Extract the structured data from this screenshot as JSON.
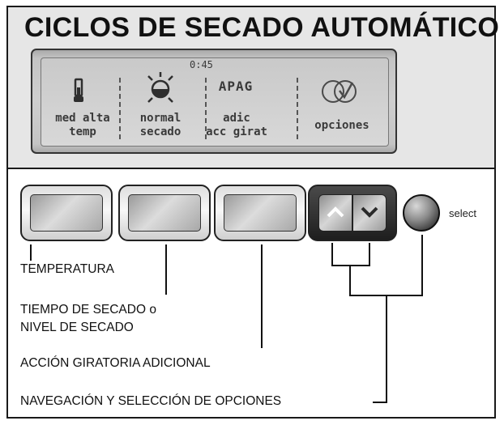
{
  "title": "CICLOS DE SECADO AUTOMÁTICO",
  "display": {
    "time": "0:45",
    "status_text": "APAG",
    "sections": [
      {
        "icon": "thermometer-icon",
        "label_line1": "med alta",
        "label_line2": "temp"
      },
      {
        "icon": "dryness-sun-icon",
        "label_line1": "normal",
        "label_line2": "secado"
      },
      {
        "icon": "none",
        "label_line1": "adic",
        "label_line2": "acc girat"
      },
      {
        "icon": "options-check-icon",
        "label_line1": "opciones",
        "label_line2": ""
      }
    ]
  },
  "controls": {
    "select_label": "select",
    "nav_up_icon": "chevron-up-icon",
    "nav_down_icon": "chevron-down-icon"
  },
  "callouts": {
    "temperature": "TEMPERATURA",
    "dry_time_line1": "TIEMPO DE SECADO o",
    "dry_time_line2": "NIVEL DE SECADO",
    "extra_tumble": "ACCIÓN GIRATORIA ADICIONAL",
    "navigation": "NAVEGACIÓN Y SELECCIÓN DE OPCIONES"
  },
  "colors": {
    "panel_background": "#e6e6e6",
    "lcd_background": "#cfcfcf",
    "lcd_text": "#3a3a3a",
    "outline": "#1a1a1a"
  }
}
